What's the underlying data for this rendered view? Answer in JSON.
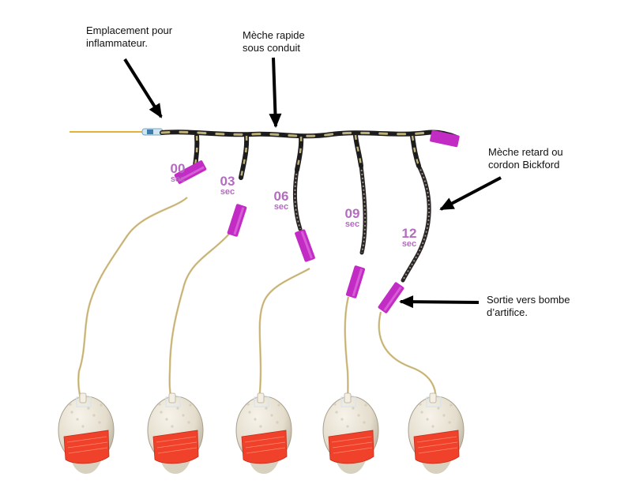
{
  "labels": {
    "igniter": [
      "Emplacement pour",
      "inflammateur."
    ],
    "fast_fuse": [
      "Mèche rapide",
      "sous conduit"
    ],
    "delay_fuse": [
      "Mèche retard ou",
      "cordon Bickford"
    ],
    "output": [
      "Sortie vers bombe",
      "d’artifice."
    ]
  },
  "timings": [
    {
      "value": "00",
      "unit": "sec"
    },
    {
      "value": "03",
      "unit": "sec"
    },
    {
      "value": "06",
      "unit": "sec"
    },
    {
      "value": "09",
      "unit": "sec"
    },
    {
      "value": "12",
      "unit": "sec"
    }
  ],
  "colors": {
    "magenta": "#c22bc4",
    "timing_text": "#b36cc0",
    "shell": "#e9e3d6",
    "shell_label": "#f0412b",
    "fuse_dark": "#1d1d1d",
    "fuse_tan": "#bdb078",
    "lead": "#d9c68e",
    "igniter_wire": "#e0b23a"
  },
  "icons": {
    "arrows": "black-arrow",
    "shells": "firework-shell"
  }
}
